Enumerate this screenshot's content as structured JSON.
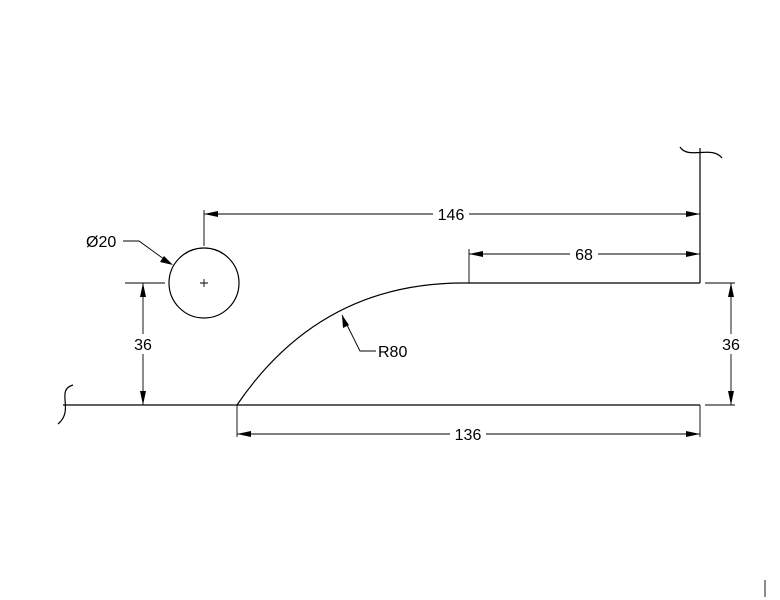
{
  "drawing": {
    "dimensions": {
      "diameter": "Ø20",
      "height_left": "36",
      "overall_width": "146",
      "top_segment": "68",
      "radius": "R80",
      "height_right": "36",
      "base_width": "136"
    }
  }
}
